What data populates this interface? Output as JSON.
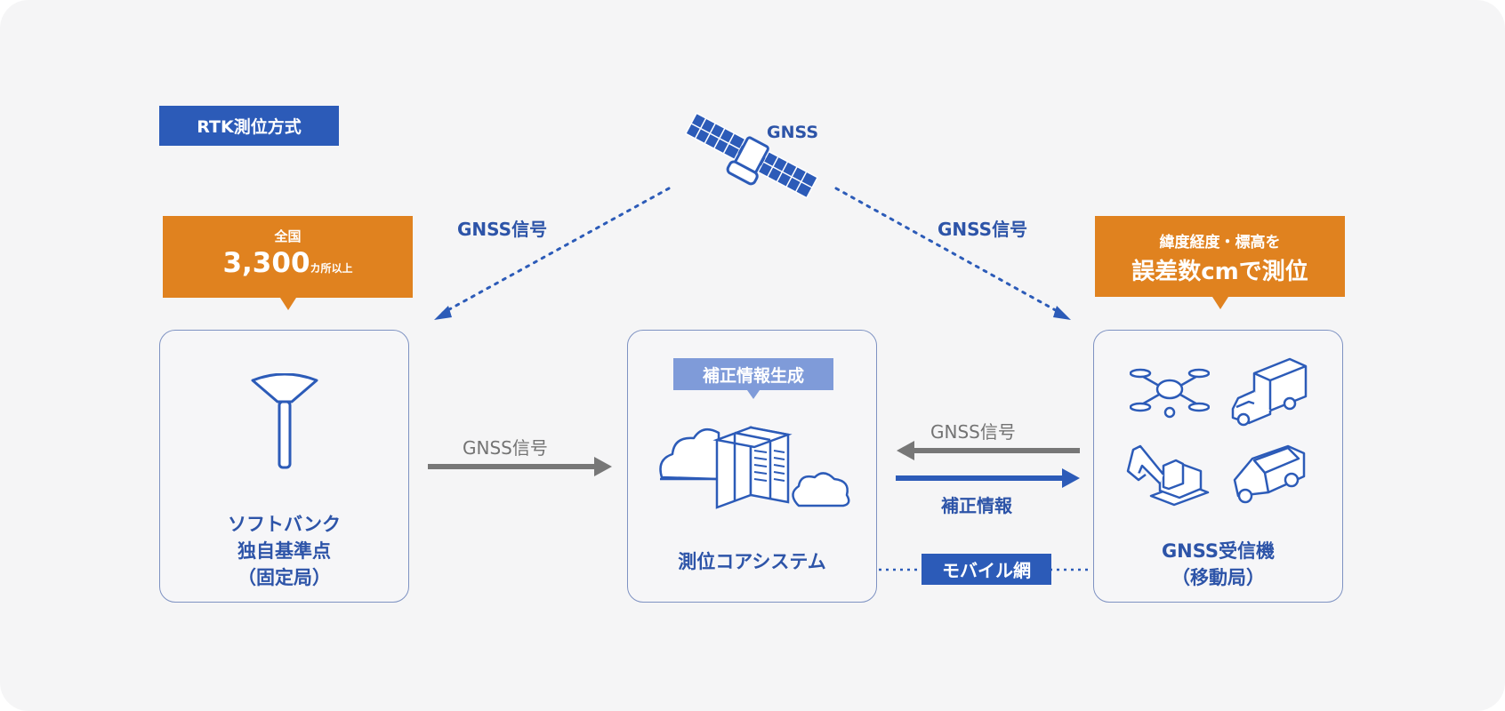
{
  "title": "RTK測位方式",
  "satellite": {
    "label": "GNSS"
  },
  "signals": {
    "left_dotted": "GNSS信号",
    "right_dotted": "GNSS信号",
    "station_to_core": "GNSS信号",
    "mobile_to_core": "GNSS信号",
    "core_to_mobile": "補正情報"
  },
  "left_callout": {
    "line1": "全国",
    "number": "3,300",
    "suffix": "カ所以上"
  },
  "right_callout": {
    "line1": "緯度経度・標高を",
    "line2": "誤差数cmで測位"
  },
  "left_box": {
    "line1": "ソフトバンク",
    "line2": "独自基準点",
    "line3": "（固定局）"
  },
  "center_box": {
    "bubble": "補正情報生成",
    "label": "測位コアシステム"
  },
  "right_box": {
    "line1": "GNSS受信機",
    "line2": "（移動局）"
  },
  "network_label": "モバイル網",
  "colors": {
    "blue": "#2c5bb8",
    "orange": "#e0821f",
    "gray_arrow": "#777777",
    "bubble": "#7f9bd9",
    "panel": "#f5f5f6"
  }
}
